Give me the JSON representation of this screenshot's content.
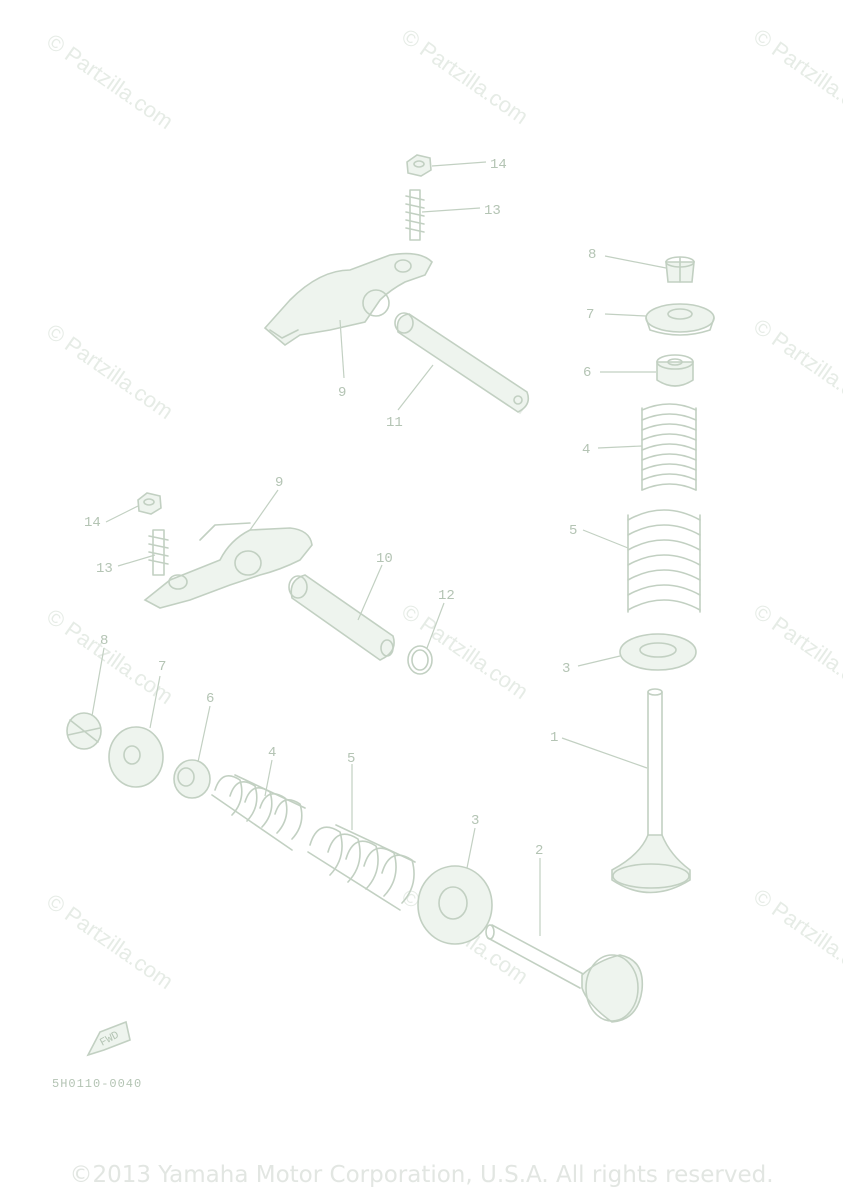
{
  "watermark": "© Partzilla.com",
  "drawing_code": "5H0110-0040",
  "fwd_label": "FWD",
  "copyright": "©2013 Yamaha Motor Corporation, U.S.A. All rights reserved.",
  "callouts": {
    "c14_top": "14",
    "c13_top": "13",
    "c9_top": "9",
    "c11": "11",
    "c8_right": "8",
    "c7_right": "7",
    "c6_right": "6",
    "c4_right": "4",
    "c5_right": "5",
    "c3_right": "3",
    "c1": "1",
    "c9_mid": "9",
    "c14_mid": "14",
    "c13_mid": "13",
    "c10": "10",
    "c12": "12",
    "c8_left": "8",
    "c7_left": "7",
    "c6_left": "6",
    "c4_left": "4",
    "c5_left": "5",
    "c3_left": "3",
    "c2": "2"
  }
}
